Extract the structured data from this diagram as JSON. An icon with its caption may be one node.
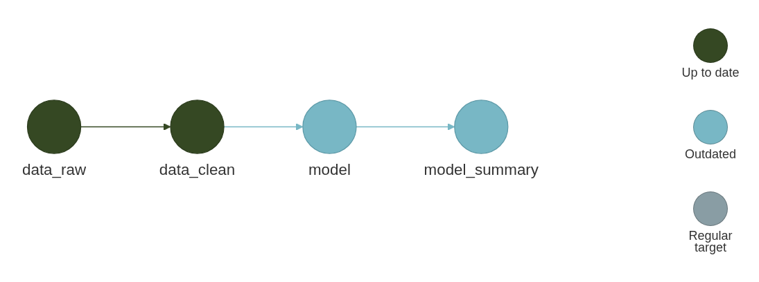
{
  "diagram": {
    "nodes": [
      {
        "text": [
          "data_raw"
        ]
      },
      {
        "text": [
          "data_clean"
        ]
      },
      {
        "text": [
          "model"
        ]
      },
      {
        "text": [
          "model_summary"
        ]
      }
    ],
    "edges": [
      {
        "from": 0,
        "to": 1,
        "arrow": "to",
        "color": "#354823"
      },
      {
        "from": 1,
        "to": 2,
        "arrow": "to"
      },
      {
        "from": 2,
        "to": 3,
        "arrow": "to"
      }
    ],
    "legend": [
      {
        "text": "Up to date",
        "color": "#354823"
      },
      {
        "text": "Outdated",
        "color": "#78b7c5"
      },
      {
        "text": "Regular target",
        "color": "#899da4"
      }
    ]
  }
}
